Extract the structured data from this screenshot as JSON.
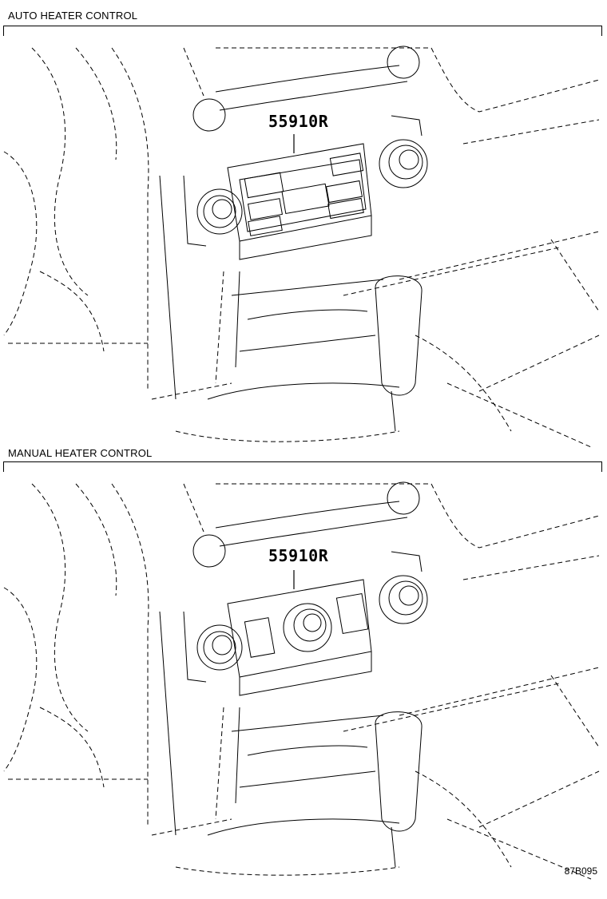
{
  "sections": [
    {
      "title": "AUTO HEATER CONTROL",
      "part_number": "55910R"
    },
    {
      "title": "MANUAL HEATER CONTROL",
      "part_number": "55910R"
    }
  ],
  "figure_code": "87B095"
}
